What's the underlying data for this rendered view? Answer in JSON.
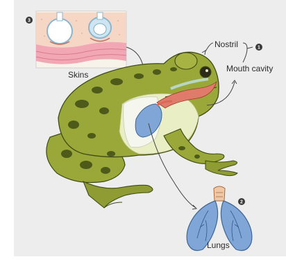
{
  "labels": {
    "skins": "Skins",
    "nostril": "Nostril",
    "mouth_cavity": "Mouth cavity",
    "lungs": "Lungs"
  },
  "markers": {
    "one": "1",
    "two": "2",
    "three": "3"
  },
  "colors": {
    "background": "#ededed",
    "frog_body": "#9aa83a",
    "frog_spots": "#4d5a1a",
    "belly": "#e9eec4",
    "lungs": "#7fa6d6",
    "skin_pink": "#f2a7b4",
    "marker": "#3a3a3a"
  }
}
